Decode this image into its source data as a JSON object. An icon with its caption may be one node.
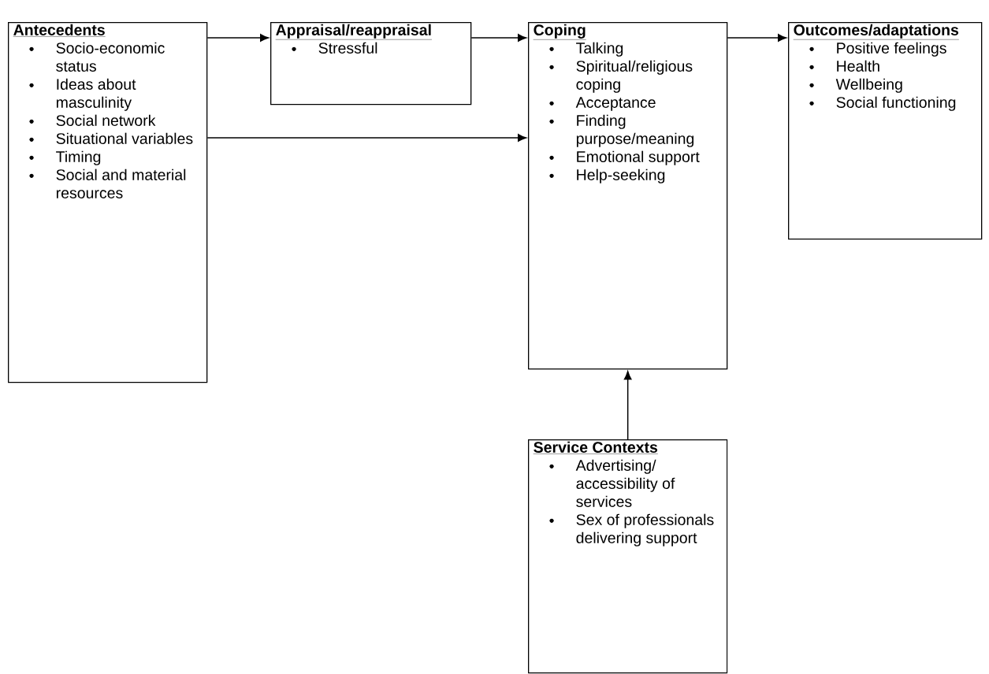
{
  "diagram": {
    "nodes": [
      {
        "text": [
          "Antecedents",
          "Socio-economic status",
          "Ideas about masculinity",
          "Social network",
          "Situational variables",
          "Timing",
          "Social and material resources"
        ]
      },
      {
        "text": [
          "Appraisal/reappraisal",
          "Stressful"
        ]
      },
      {
        "text": [
          "Coping",
          "Talking",
          "Spiritual/religious coping",
          "Acceptance",
          "Finding purpose/meaning",
          "Emotional support",
          "Help-seeking"
        ]
      },
      {
        "text": [
          "Outcomes/adaptations",
          "Positive feelings",
          "Health",
          "Wellbeing",
          "Social functioning"
        ]
      },
      {
        "text": [
          "Service Contexts",
          "Advertising/ accessibility of services",
          "Sex of professionals delivering support"
        ]
      }
    ],
    "edges": [
      {
        "from": 0,
        "to": 1,
        "arrow": "to"
      },
      {
        "from": 1,
        "to": 2,
        "arrow": "to"
      },
      {
        "from": 0,
        "to": 2,
        "arrow": "to"
      },
      {
        "from": 2,
        "to": 3,
        "arrow": "to"
      },
      {
        "from": 4,
        "to": 2,
        "arrow": "to"
      }
    ]
  }
}
